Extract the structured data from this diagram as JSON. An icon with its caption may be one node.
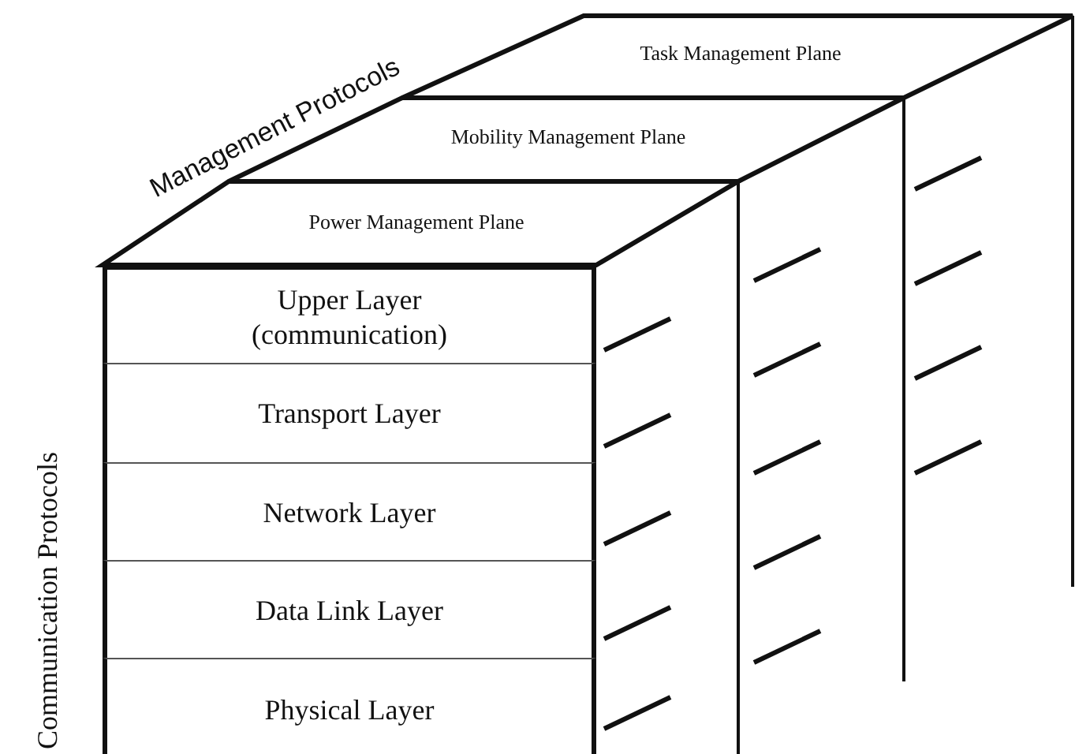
{
  "diagram": {
    "nodes": [
      {
        "text": [
          "Task Management Plane"
        ]
      },
      {
        "text": [
          "Mobility Management Plane"
        ]
      },
      {
        "text": [
          "Power Management Plane"
        ]
      },
      {
        "text": [
          "Upper Layer (communication)"
        ]
      },
      {
        "text": [
          "Transport Layer"
        ]
      },
      {
        "text": [
          "Network Layer"
        ]
      },
      {
        "text": [
          "Data Link Layer"
        ]
      },
      {
        "text": [
          "Physical Layer"
        ]
      }
    ],
    "labels": [
      "Management Protocols",
      "Communication Protocols"
    ]
  }
}
